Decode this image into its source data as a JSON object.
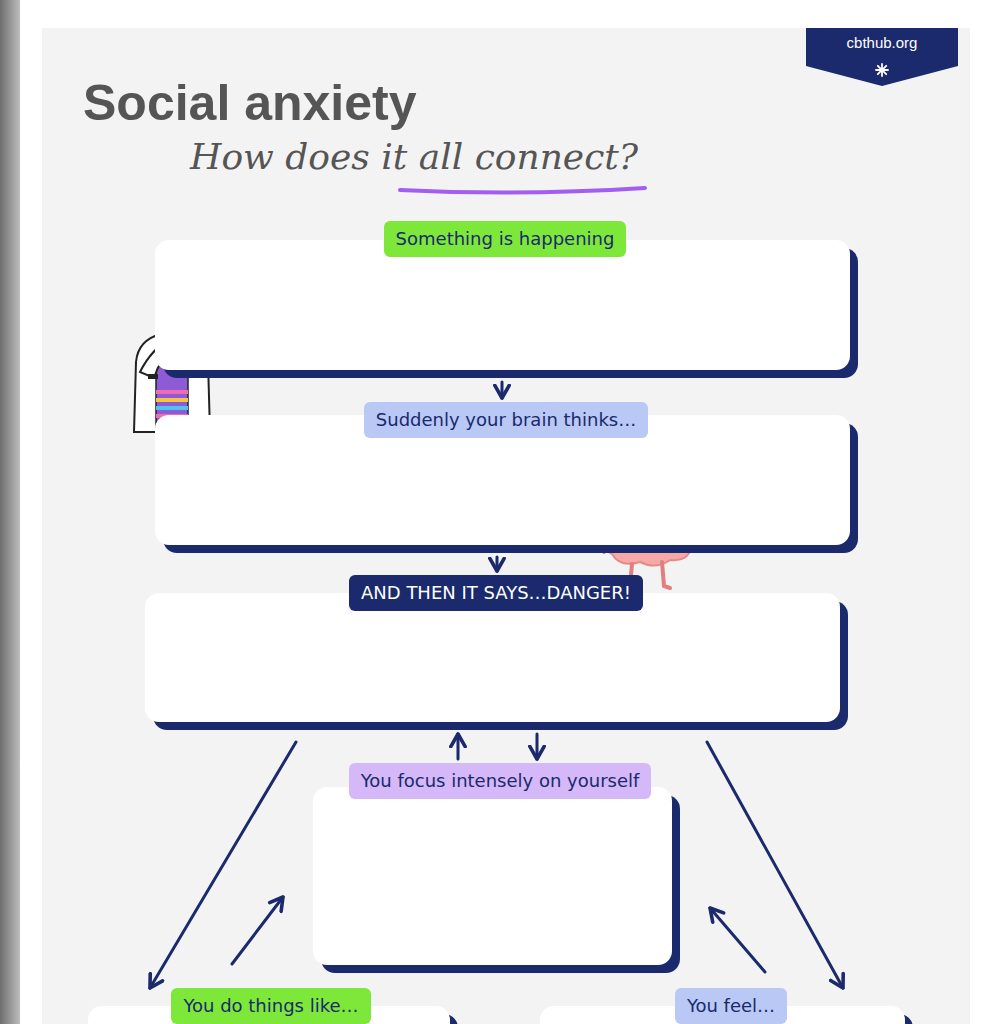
{
  "diagram": {
    "title": "Social anxiety",
    "nodes": [
      {
        "text": [
          "cbthub.org"
        ]
      },
      {
        "text": [
          "Something is happening"
        ]
      },
      {
        "text": [
          "Suddenly your brain thinks…"
        ]
      },
      {
        "text": [
          "AND THEN IT SAYS…DANGER!"
        ]
      },
      {
        "text": [
          "You focus intensely on yourself"
        ]
      },
      {
        "text": [
          "You do things like…"
        ]
      },
      {
        "text": [
          "You feel…"
        ]
      }
    ],
    "edges": [
      {
        "from": 1,
        "to": 2,
        "arrow": "to"
      },
      {
        "from": 2,
        "to": 3,
        "arrow": "to"
      },
      {
        "from": 3,
        "to": 4,
        "arrow": "to"
      },
      {
        "from": 4,
        "to": 3,
        "arrow": "to"
      },
      {
        "from": 3,
        "to": 5,
        "arrow": "to"
      },
      {
        "from": 3,
        "to": 6,
        "arrow": "to"
      },
      {
        "from": 5,
        "to": 4,
        "arrow": "to"
      },
      {
        "from": 6,
        "to": 4,
        "arrow": "to"
      }
    ],
    "labels": [
      "How does it all connect?"
    ]
  }
}
